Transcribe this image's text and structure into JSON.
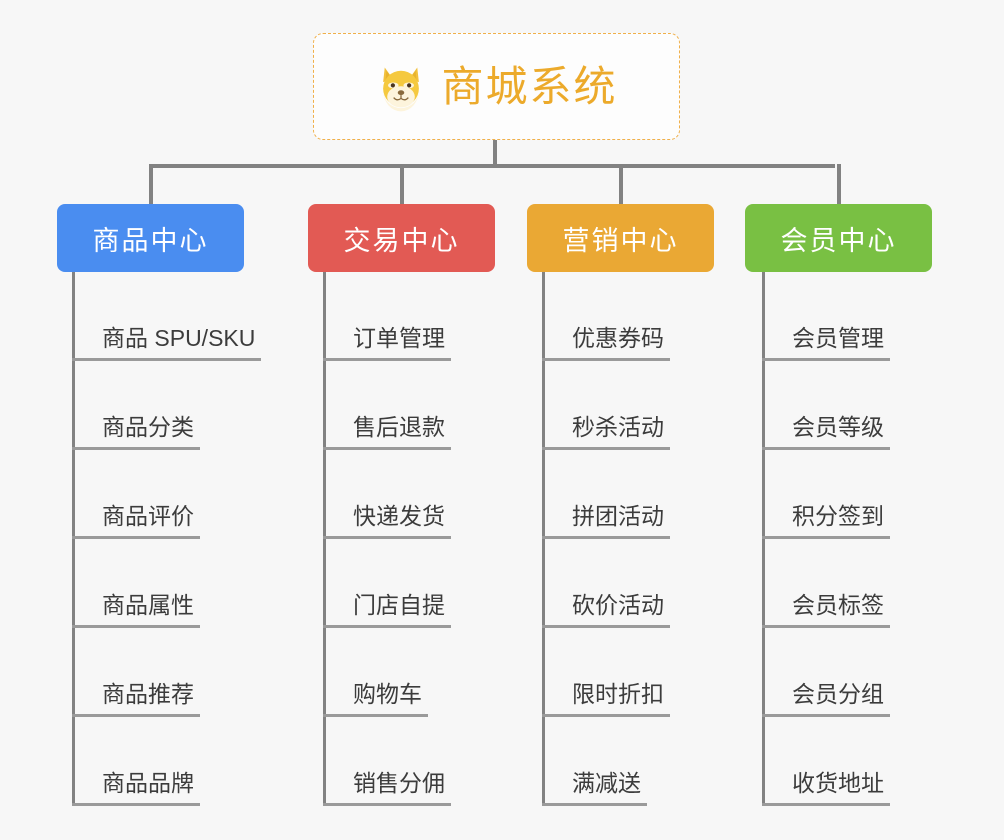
{
  "diagram": {
    "title": "商城系统",
    "type": "mindmap-org-chart",
    "background_color": "#f7f7f7",
    "connector_color": "#828282",
    "root": {
      "label": "商城系统",
      "icon": "shiba-dog-face-emoji",
      "text_color": "#ecaa2b",
      "border_color": "#f0b04a",
      "border_style": "dashed",
      "background_color": "#fdfdfd"
    },
    "branches": [
      {
        "label": "商品中心",
        "color": "#4a8df0",
        "items": [
          "商品 SPU/SKU",
          "商品分类",
          "商品评价",
          "商品属性",
          "商品推荐",
          "商品品牌"
        ]
      },
      {
        "label": "交易中心",
        "color": "#e25a54",
        "items": [
          "订单管理",
          "售后退款",
          "快递发货",
          "门店自提",
          "购物车",
          "销售分佣"
        ]
      },
      {
        "label": "营销中心",
        "color": "#eaa834",
        "items": [
          "优惠券码",
          "秒杀活动",
          "拼团活动",
          "砍价活动",
          "限时折扣",
          "满减送"
        ]
      },
      {
        "label": "会员中心",
        "color": "#79c043",
        "items": [
          "会员管理",
          "会员等级",
          "积分签到",
          "会员标签",
          "会员分组",
          "收货地址"
        ]
      }
    ]
  }
}
